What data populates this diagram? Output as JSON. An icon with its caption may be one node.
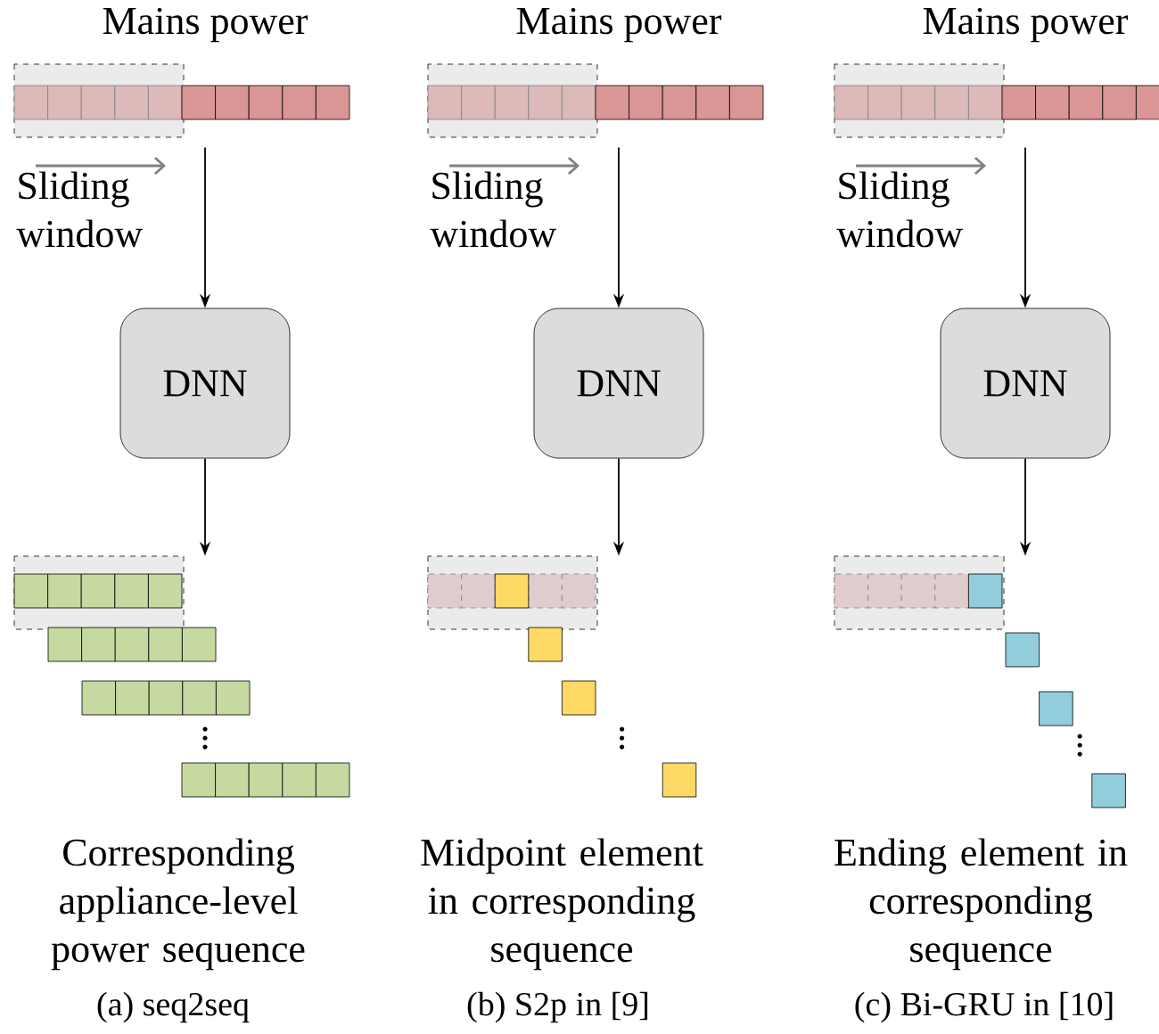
{
  "diagram": {
    "nodes": [
      {
        "text": [],
        "shape": "bar",
        "beside": [
          "Mains power"
        ]
      },
      {
        "text": [
          "DNN"
        ]
      },
      {
        "text": [],
        "shape": "bar",
        "beside": [
          "Corresponding appliance-level power sequence"
        ]
      },
      {
        "text": [],
        "shape": "bar",
        "beside": [
          "Mains power"
        ]
      },
      {
        "text": [
          "DNN"
        ]
      },
      {
        "text": [],
        "shape": "bar",
        "beside": [
          "Midpoint element in corresponding sequence"
        ]
      },
      {
        "text": [],
        "shape": "bar",
        "beside": [
          "Mains power"
        ]
      },
      {
        "text": [
          "DNN"
        ]
      },
      {
        "text": [],
        "shape": "bar",
        "beside": [
          "Ending element in corresponding sequence"
        ]
      }
    ],
    "edges": [
      {
        "from": 0,
        "to": 1,
        "arrow": "to"
      },
      {
        "from": 1,
        "to": 2,
        "arrow": "to"
      },
      {
        "from": 3,
        "to": 4,
        "arrow": "to"
      },
      {
        "from": 4,
        "to": 5,
        "arrow": "to"
      },
      {
        "from": 6,
        "to": 7,
        "arrow": "to"
      },
      {
        "from": 7,
        "to": 8,
        "arrow": "to"
      }
    ],
    "labels": [
      "Sliding window",
      "Sliding window",
      "Sliding window",
      "(a) seq2seq",
      "(b) S2p in [9]",
      "(c) Bi-GRU in [10]"
    ]
  }
}
